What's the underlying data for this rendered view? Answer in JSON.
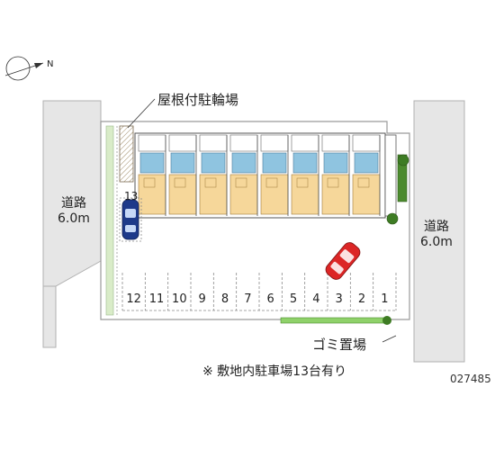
{
  "compass": {
    "north_label": "N",
    "icon": "north-arrow-icon"
  },
  "roads": {
    "west": {
      "name": "道路",
      "width": "6.0m"
    },
    "east": {
      "name": "道路",
      "width": "6.0m"
    }
  },
  "labels": {
    "bicycle_parking": "屋根付駐輪場",
    "trash_area": "ゴミ置場",
    "parking_note": "※ 敷地内駐車場13台有り",
    "property_code": "027485"
  },
  "parking": {
    "side_space": "13",
    "row_spaces": [
      "12",
      "11",
      "10",
      "9",
      "8",
      "7",
      "6",
      "5",
      "4",
      "3",
      "2",
      "1"
    ]
  },
  "vehicles": [
    {
      "type": "car",
      "color": "#1e3a8a",
      "icon": "blue-car-icon"
    },
    {
      "type": "car",
      "color": "#dc2626",
      "icon": "red-car-icon"
    }
  ],
  "colors": {
    "road": "#e5e5e5",
    "building_bath": "#8fc4e0",
    "building_room": "#f6d79a",
    "grass": "#8fd16a",
    "hedge": "#4c8a2e"
  }
}
